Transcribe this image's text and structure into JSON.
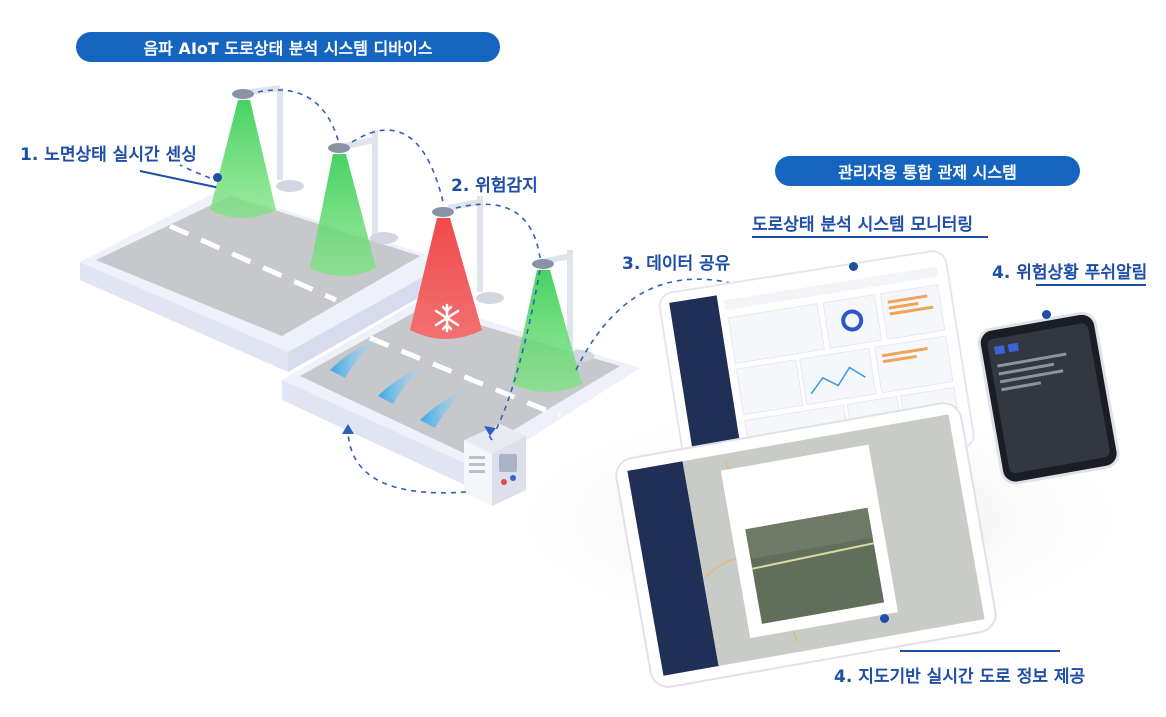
{
  "titles": {
    "device": "음파 AIoT 도로상태 분석 시스템 디바이스",
    "control": "관리자용 통합 관제 시스템"
  },
  "labels": {
    "sensing": "1. 노면상태 실시간 센싱",
    "hazard": "2. 위험감지",
    "data_share": "3. 데이터 공유",
    "monitoring": "도로상태 분석 시스템 모니터링",
    "push_alarm": "4. 위험상황 푸쉬알림",
    "map_info": "4. 지도기반 실시간 도로 정보 제공"
  },
  "colors": {
    "brand_blue": "#1565c0",
    "label_blue": "#1f4ea8",
    "sensor_green": "#3ecf5a",
    "hazard_red": "#ef4a4a"
  },
  "icons": [
    "snowflake-icon",
    "streetlight-icon",
    "sensor-device-icon"
  ]
}
